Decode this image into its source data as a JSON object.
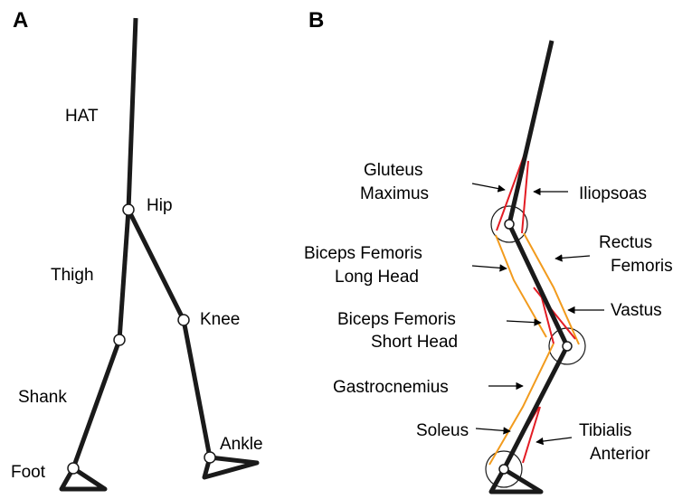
{
  "panels": {
    "a": {
      "letter": "A",
      "segments": {
        "hat": "HAT",
        "thigh": "Thigh",
        "shank": "Shank",
        "foot": "Foot"
      },
      "joints": {
        "hip": "Hip",
        "knee": "Knee",
        "ankle": "Ankle"
      }
    },
    "b": {
      "letter": "B",
      "muscles": {
        "gluteus_1": "Gluteus",
        "gluteus_2": "Maximus",
        "iliopsoas": "Iliopsoas",
        "bflh_1": "Biceps Femoris",
        "bflh_2": "Long Head",
        "rectus_1": "Rectus",
        "rectus_2": "Femoris",
        "vastus": "Vastus",
        "bfsh_1": "Biceps Femoris",
        "bfsh_2": "Short Head",
        "gastrocnemius": "Gastrocnemius",
        "soleus": "Soleus",
        "tibialis_1": "Tibialis",
        "tibialis_2": "Anterior"
      }
    }
  },
  "colors": {
    "segment": "#1a1a1a",
    "uniarticular_muscle": "#e31c24",
    "biarticular_muscle": "#f29b1d"
  }
}
